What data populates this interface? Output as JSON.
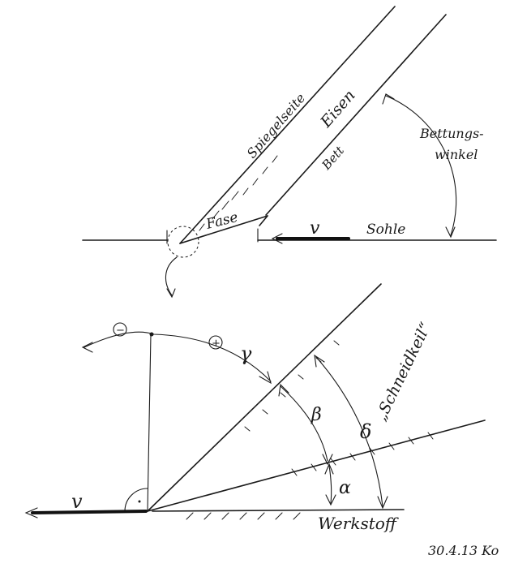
{
  "top": {
    "label_eisen": "Eisen",
    "label_spiegelseite": "Spiegelseite",
    "label_bett": "Bett",
    "label_fase": "Fase",
    "label_bettungswinkel_1": "Bettungs-",
    "label_bettungswinkel_2": "winkel",
    "label_v": "v",
    "label_sohle": "Sohle"
  },
  "bottom": {
    "label_minus": "−",
    "label_plus": "+",
    "label_gamma": "γ",
    "label_beta": "β",
    "label_alpha": "α",
    "label_delta": "δ",
    "label_schneidkeil": "„Schneidkeil“",
    "label_v": "v",
    "label_werkstoff": "Werkstoff"
  },
  "signature": "30.4.13 Ko"
}
